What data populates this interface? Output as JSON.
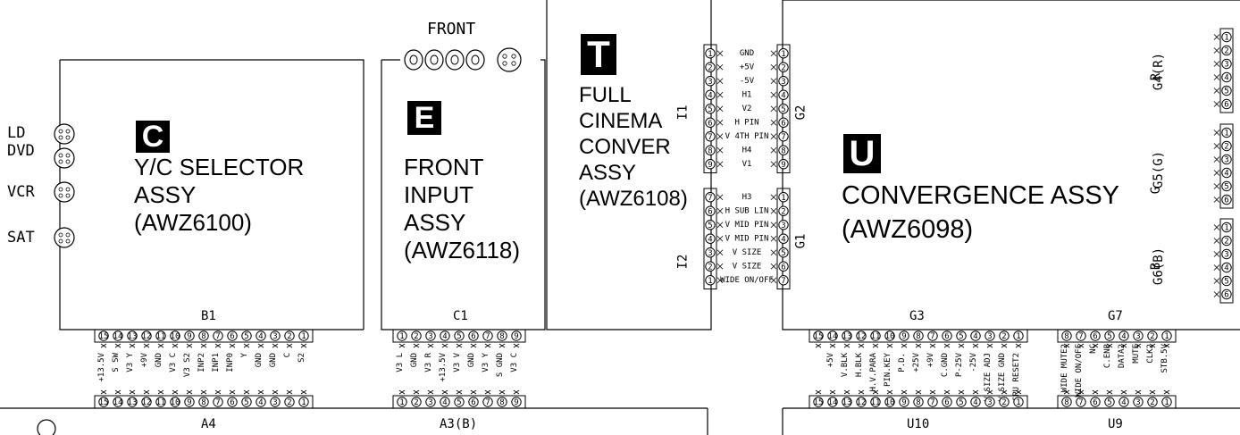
{
  "boards": {
    "C": {
      "letter": "C",
      "name": [
        "Y/C SELECTOR",
        "ASSY",
        "(AWZ6100)"
      ]
    },
    "E": {
      "letter": "E",
      "name": [
        "FRONT",
        "INPUT",
        "ASSY",
        "(AWZ6118)"
      ]
    },
    "T": {
      "letter": "T",
      "name": [
        "FULL",
        "CINEMA",
        "CONVER",
        "ASSY",
        "(AWZ6108)"
      ]
    },
    "U": {
      "letter": "U",
      "name": [
        "CONVERGENCE ASSY",
        "(AWZ6098)"
      ]
    }
  },
  "side_jacks": [
    "LD",
    "DVD",
    "VCR",
    "SAT"
  ],
  "front_label": "FRONT",
  "connectors": {
    "B1": {
      "label": "B1",
      "pins": [
        "15",
        "14",
        "13",
        "12",
        "11",
        "10",
        "9",
        "8",
        "7",
        "6",
        "5",
        "4",
        "3",
        "2",
        "1"
      ],
      "signals": [
        "+13.5V",
        "S SW",
        "V3 Y",
        "+9V",
        "GND",
        "V3 C",
        "V3 S2",
        "INP2",
        "INP1",
        "INP0",
        "Y",
        "GND",
        "GND",
        "C",
        "S2"
      ]
    },
    "A4": {
      "label": "A4",
      "pins": [
        "15",
        "14",
        "13",
        "12",
        "11",
        "10",
        "9",
        "8",
        "7",
        "6",
        "5",
        "4",
        "3",
        "2",
        "1"
      ]
    },
    "C1": {
      "label": "C1",
      "pins": [
        "1",
        "2",
        "3",
        "4",
        "5",
        "6",
        "7",
        "8",
        "9"
      ],
      "signals": [
        "V3 L",
        "GND",
        "V3 R",
        "+13.5V",
        "V3 V",
        "GND",
        "V3 Y",
        "S GND",
        "V3 C"
      ]
    },
    "A3": {
      "label": "A3(B)",
      "pins": [
        "1",
        "2",
        "3",
        "4",
        "5",
        "6",
        "7",
        "8",
        "9"
      ]
    },
    "G3": {
      "label": "G3",
      "pins": [
        "15",
        "14",
        "13",
        "12",
        "11",
        "10",
        "9",
        "8",
        "7",
        "6",
        "5",
        "4",
        "3",
        "2",
        "1"
      ],
      "signals": [
        "+5V",
        "V.BLK",
        "H.BLK",
        "H.V.PARA",
        "PIN.KEY",
        "P.D.",
        "+25V",
        "+9V",
        "C.GND",
        "P-25V",
        "-25V",
        "V SIZE ADJ",
        "V SIZE GND",
        "CPU RESET2"
      ]
    },
    "U10": {
      "label": "U10",
      "pins": [
        "15",
        "14",
        "13",
        "12",
        "11",
        "10",
        "9",
        "8",
        "7",
        "6",
        "5",
        "4",
        "3",
        "2",
        "1"
      ]
    },
    "G7": {
      "label": "G7",
      "pins": [
        "8",
        "7",
        "6",
        "5",
        "4",
        "3",
        "2",
        "1"
      ],
      "signals": [
        "WIDE MUTE2",
        "WIDE ON/OFF",
        "NC",
        "C.ENB",
        "DATA2",
        "MUTE",
        "CLK2",
        "STB.5V"
      ]
    },
    "U9": {
      "label": "U9",
      "pins": [
        "8",
        "7",
        "6",
        "5",
        "4",
        "3",
        "2",
        "1"
      ]
    },
    "I1": {
      "label": "I1",
      "pins": [
        "1",
        "2",
        "3",
        "4",
        "5",
        "6",
        "7",
        "8",
        "9"
      ]
    },
    "G2": {
      "label": "G2",
      "pins": [
        "1",
        "2",
        "3",
        "4",
        "5",
        "6",
        "7",
        "8",
        "9"
      ]
    },
    "I2": {
      "label": "I2",
      "pins": [
        "7",
        "6",
        "5",
        "4",
        "3",
        "2",
        "1"
      ]
    },
    "G1": {
      "label": "G1",
      "pins": [
        "1",
        "2",
        "3",
        "4",
        "5",
        "6",
        "7"
      ]
    },
    "G4": {
      "label": "G4(R)",
      "pins": [
        "1",
        "2",
        "3",
        "4",
        "5",
        "6"
      ]
    },
    "G5": {
      "label": "G5(G)",
      "pins": [
        "1",
        "2",
        "3",
        "4",
        "5",
        "6"
      ]
    },
    "G6": {
      "label": "G6(B)",
      "pins": [
        "1",
        "2",
        "3",
        "4",
        "5",
        "6"
      ]
    }
  },
  "tg_signals_top": [
    "GND",
    "+5V",
    "-5V",
    "H1",
    "V2",
    "H PIN",
    "V 4TH PIN",
    "H4",
    "V1"
  ],
  "tg_signals_bottom": [
    "H3",
    "H SUB LIN",
    "V MID PIN",
    "V MID PIN",
    "V SIZE",
    "V SIZE",
    "WIDE ON/OFF"
  ],
  "rgb_labels": [
    "R",
    "G",
    "B"
  ]
}
